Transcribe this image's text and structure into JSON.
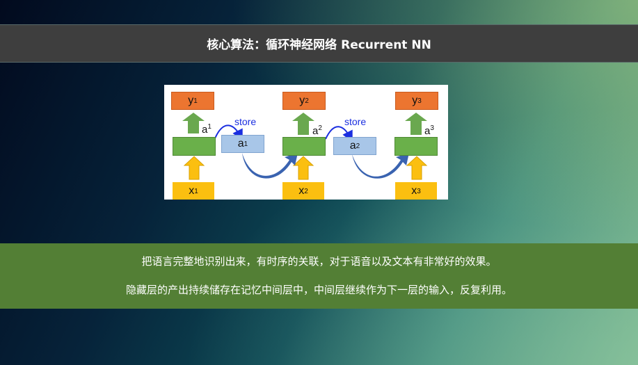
{
  "header": {
    "title": "核心算法：循环神经网络  Recurrent NN"
  },
  "figure": {
    "outputs": [
      "y",
      "y",
      "y"
    ],
    "inputs": [
      "x",
      "x",
      "x"
    ],
    "hidden_labels": [
      "a",
      "a",
      "a"
    ],
    "stored": [
      "a",
      "a"
    ],
    "superscripts": [
      "1",
      "2",
      "3"
    ],
    "store_label": "store",
    "colors": {
      "output": "#ec7530",
      "hidden": "#6ab04a",
      "input": "#fbbf10",
      "stored": "#a8c6e8",
      "recurrent_arrow": "#3a63b0"
    }
  },
  "body": {
    "lines": [
      "把语言完整地识别出来，有时序的关联，对于语音以及文本有非常好的效果。",
      "隐藏层的产出持续储存在记忆中间层中，中间层继续作为下一层的输入，反复利用。"
    ]
  }
}
